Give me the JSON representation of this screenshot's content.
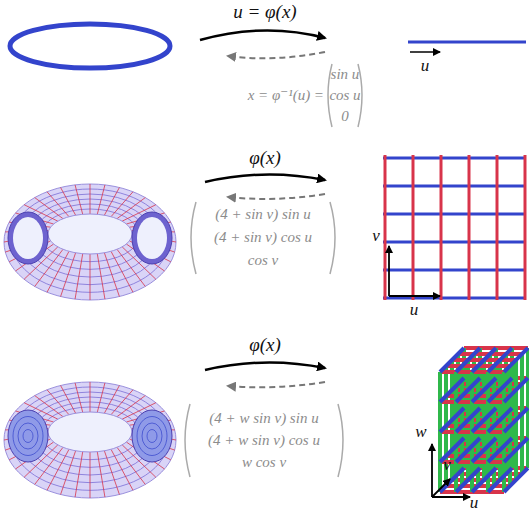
{
  "diagram": {
    "labels": [
      "u = φ(x)",
      "x = φ⁻¹(u) =",
      "sin u",
      "cos u",
      "0",
      "u",
      "φ(x)",
      "(4 + sin v) sin u",
      "(4 + sin v) cos u",
      "cos v",
      "v",
      "u",
      "φ(x)",
      "(4 + w sin v) sin u",
      "(4 + w sin v) cos u",
      "w cos v",
      "w",
      "v",
      "u"
    ]
  }
}
